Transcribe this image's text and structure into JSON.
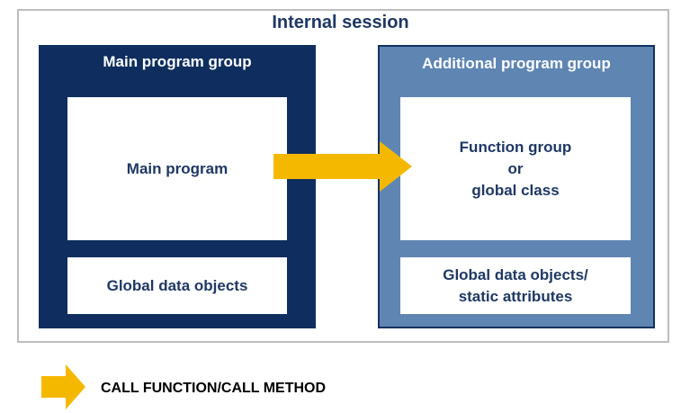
{
  "session": {
    "title": "Internal session"
  },
  "main_group": {
    "title": "Main program group",
    "program_box": "Main program",
    "data_box": "Global data objects"
  },
  "additional_group": {
    "title": "Additional program group",
    "program_box_lines": [
      "Function group",
      "or",
      "global class"
    ],
    "data_box_lines": [
      "Global data objects/",
      "static attributes"
    ]
  },
  "legend": {
    "label": "CALL FUNCTION/CALL METHOD"
  },
  "colors": {
    "main_group_bg": "#0f2e5f",
    "additional_group_bg": "#5f85b3",
    "arrow": "#f5b800",
    "text_dark": "#1f3864"
  },
  "icons": {
    "call_arrow": "arrow-right-icon",
    "legend_arrow": "arrow-right-icon"
  }
}
